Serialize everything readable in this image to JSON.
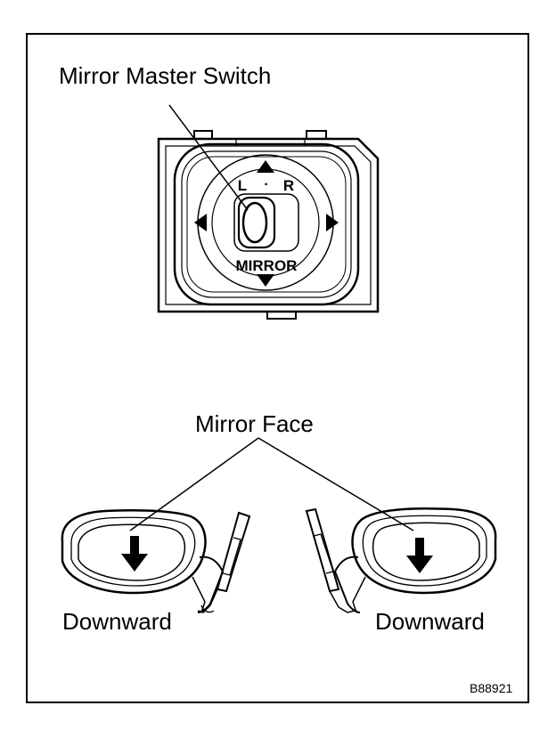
{
  "labels": {
    "switch_title": "Mirror Master Switch",
    "mirror_face": "Mirror Face",
    "downward_left": "Downward",
    "downward_right": "Downward",
    "figure_code": "B88921"
  },
  "switch": {
    "left": "L",
    "dot": "·",
    "right": "R",
    "name": "MIRROR"
  },
  "icons": [
    "arrow-up-icon",
    "arrow-down-icon",
    "arrow-left-icon",
    "arrow-right-icon",
    "arrow-down-icon"
  ]
}
